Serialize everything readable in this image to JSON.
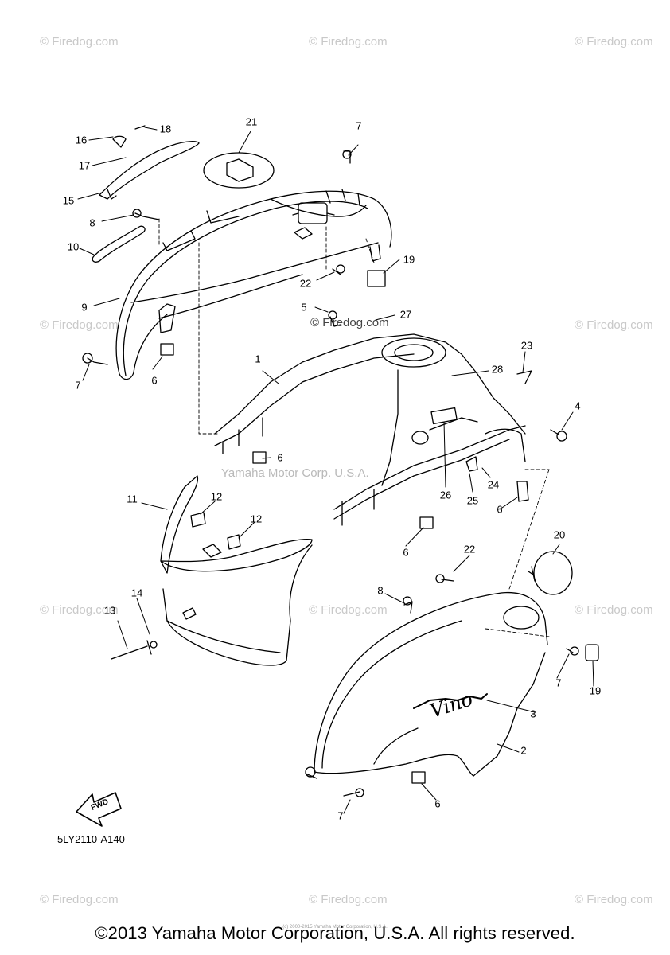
{
  "watermark": "© Firedog.com",
  "center_watermark": "© Firedog.com",
  "maker_watermark": "Yamaha Motor Corp. U.S.A.",
  "diagram_code": "5LY2110-A140",
  "fwd_label": "FWD",
  "brand_script": "Vino",
  "footer": "©2013 Yamaha Motor Corporation, U.S.A. All rights reserved.",
  "fine_print": "(c) 2000-2015 Yamaha Motor Corporation, U.S.A.",
  "callouts": [
    "1",
    "2",
    "3",
    "4",
    "5",
    "6",
    "6",
    "6",
    "6",
    "6",
    "6",
    "7",
    "7",
    "7",
    "7",
    "8",
    "8",
    "9",
    "10",
    "11",
    "12",
    "12",
    "13",
    "14",
    "15",
    "16",
    "17",
    "18",
    "19",
    "19",
    "20",
    "21",
    "22",
    "22",
    "23",
    "24",
    "25",
    "26",
    "27",
    "28"
  ]
}
